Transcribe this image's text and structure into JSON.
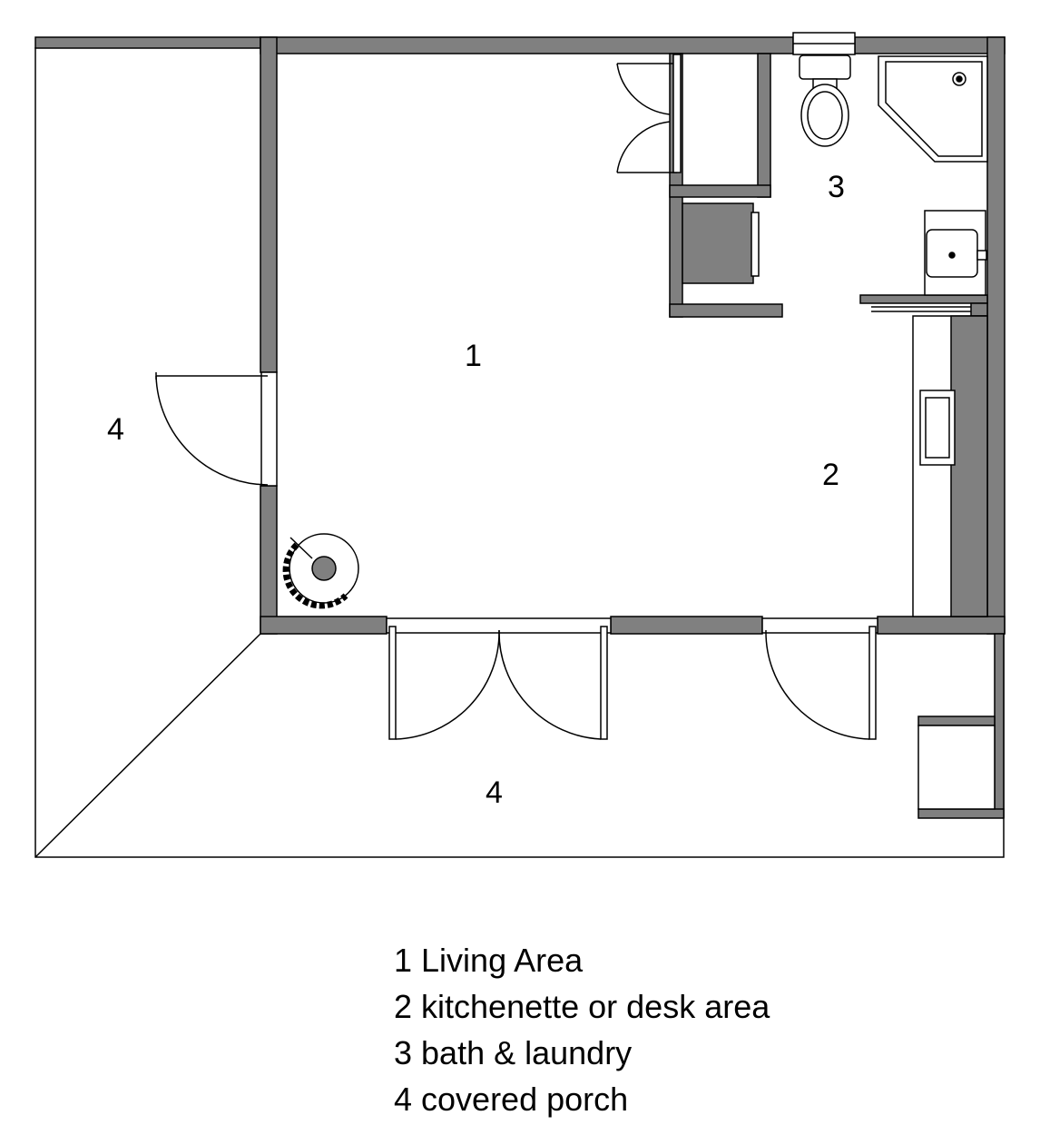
{
  "colors": {
    "wall_fill": "#808080",
    "stroke": "#000000",
    "background": "#ffffff"
  },
  "room_numbers": {
    "living": "1",
    "kitchenette": "2",
    "bath": "3",
    "porch_left": "4",
    "porch_bottom": "4"
  },
  "legend": [
    "1 Living Area",
    "2 kitchenette or desk area",
    "3 bath & laundry",
    "4 covered porch"
  ],
  "fixtures": [
    "toilet-icon",
    "shower-icon",
    "sink-icon",
    "washer-icon",
    "stove-icon",
    "door-swing-icon"
  ]
}
